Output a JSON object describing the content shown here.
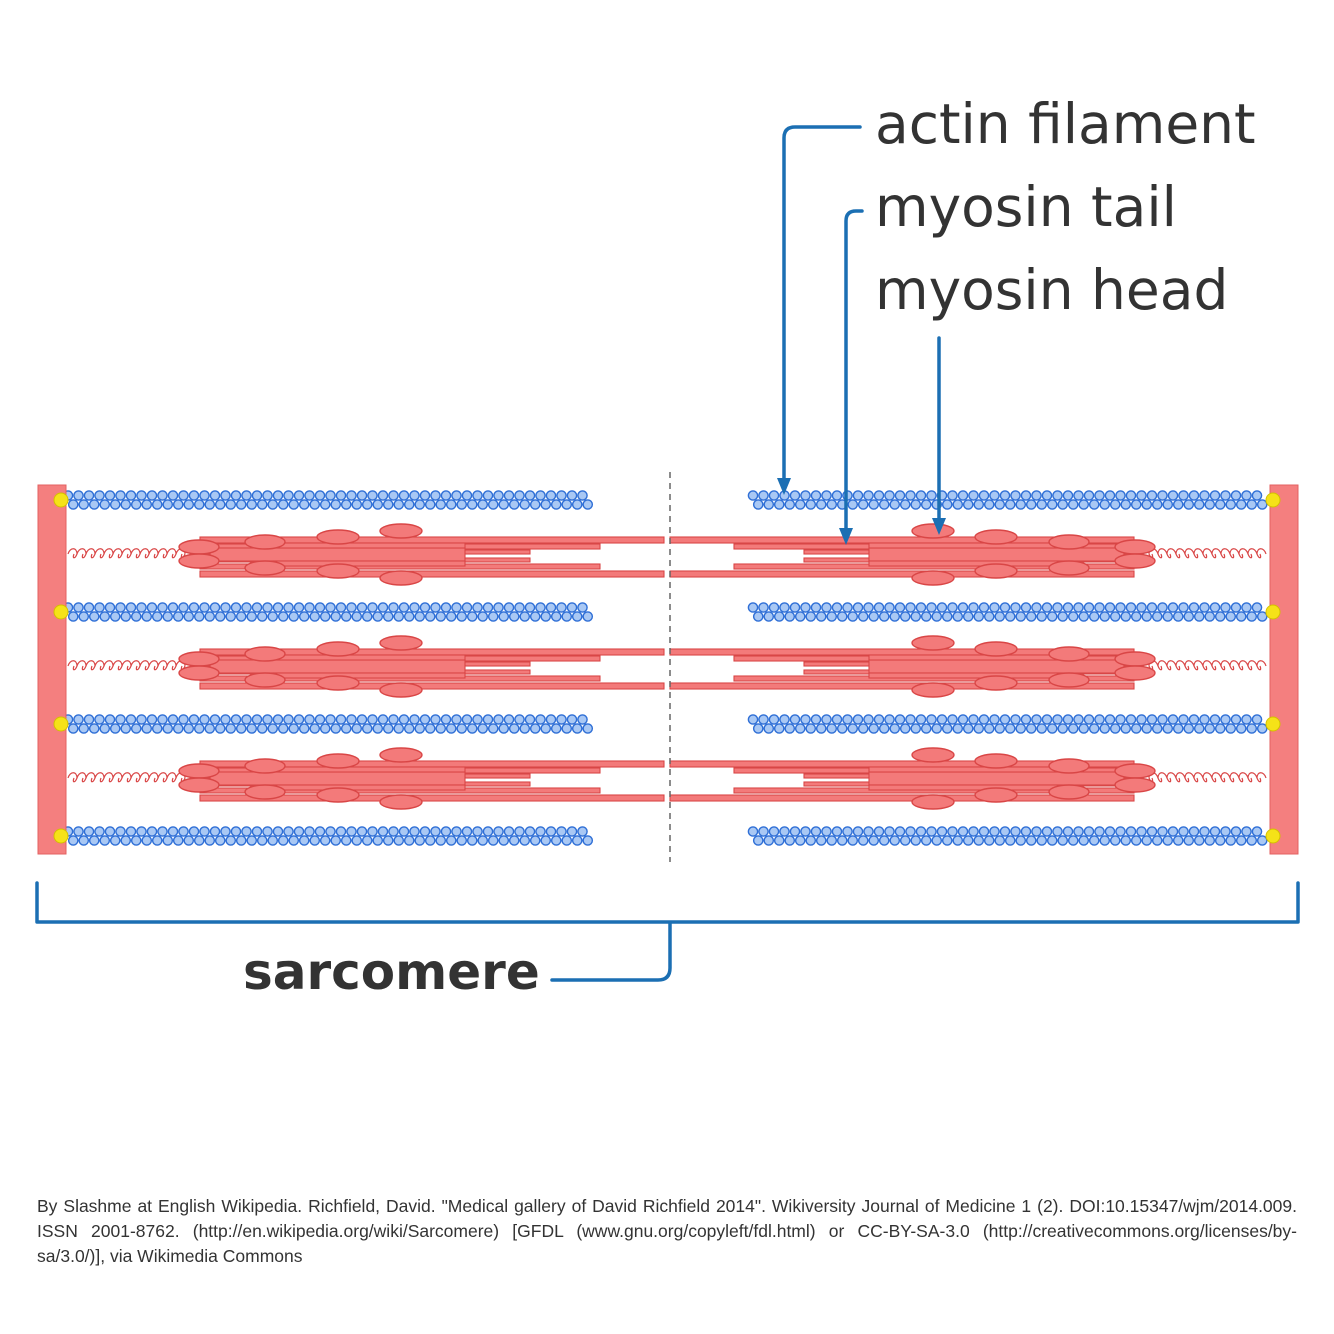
{
  "labels": {
    "actin": "actin filament",
    "myosin_tail": "myosin tail",
    "myosin_head": "myosin head",
    "sarcomere": "sarcomere"
  },
  "credit": "By Slashme at English Wikipedia. Richfield, David. \"Medical gallery of David Richfield 2014\". Wikiversity Journal of Medicine 1 (2). DOI:10.15347/wjm/2014.009. ISSN 2001-8762. (http://en.wikipedia.org/wiki/Sarcomere) [GFDL (www.gnu.org/copyleft/fdl.html) or CC-BY-SA-3.0 (http://creativecommons.org/licenses/by-sa/3.0/)], via Wikimedia Commons",
  "colors": {
    "actin_fill": "#a9c8f4",
    "actin_stroke": "#2f6fd6",
    "myosin_fill": "#f37a7a",
    "myosin_stroke": "#d94646",
    "z_disc": "#f47f7f",
    "anchor": "#f5e218",
    "leader": "#1b6fb3",
    "text": "#333333"
  }
}
